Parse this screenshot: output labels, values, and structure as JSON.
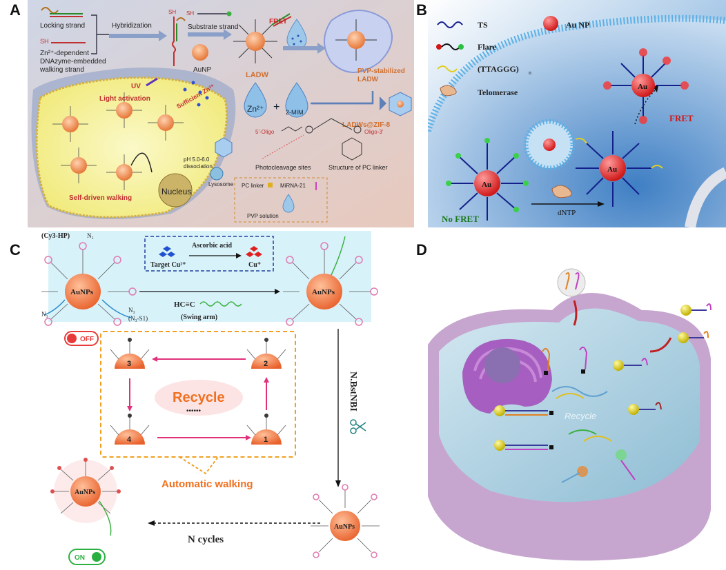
{
  "panels": {
    "a": {
      "letter": "A",
      "locking_strand": "Locking strand",
      "hybridization": "Hybridization",
      "substrate_strand": "Substrate strand",
      "walking_strand_1": "Zn²⁺-dependent",
      "walking_strand_2": "DNAzyme-embedded",
      "walking_strand_3": "walking strand",
      "sh": "SH",
      "aunp": "AuNP",
      "fret": "FRET",
      "ladw": "LADW",
      "pvp_ladw_1": "PVP-stabilized",
      "pvp_ladw_2": "LADW",
      "zn": "Zn²⁺",
      "plus": "+",
      "mim": "2-MIM",
      "ladws_zif": "LADWs@ZIF-8",
      "uv": "UV",
      "light_activation": "Light activation",
      "sufficient_zn": "Sufficient Zn²⁺",
      "ph_dissociation_1": "pH 5.0-6.0",
      "ph_dissociation_2": "dissociation",
      "lysosome": "Lysosome",
      "self_driven": "Self-driven walking",
      "nucleus": "Nucleus",
      "oligo5": "5'-Oligo",
      "oligo3": "Oligo-3'",
      "photocleavage": "Photocleavage sites",
      "pc_structure": "Structure of PC linker",
      "legend_pc": "PC linker",
      "legend_mirna": "MiRNA-21",
      "legend_pvp": "PVP solution"
    },
    "b": {
      "letter": "B",
      "ts": "TS",
      "flare": "Flare",
      "ttaggg": "(TTAGGG)",
      "ttaggg_sub": "n",
      "telomerase": "Telomerase",
      "au_np": "Au NP",
      "au": "Au",
      "dntp": "dNTP",
      "no_fret": "No FRET",
      "fret": "FRET"
    },
    "c": {
      "letter": "C",
      "cy3hp": "(Cy3-HP)",
      "n3": "N₃",
      "n3s1": "(N₃-S1)",
      "aunps": "AuNPs",
      "target_cu": "Target Cu²⁺",
      "ascorbic": "Ascorbic acid",
      "cu_plus": "Cu⁺",
      "hc_c": "HC≡C",
      "swing_arm": "(Swing arm)",
      "off": "OFF",
      "nbstnbi": "N.BstNBI",
      "recycle": "Recycle",
      "dots": "••••••",
      "step1": "1",
      "step2": "2",
      "step3": "3",
      "step4": "4",
      "automatic_walking": "Automatic walking",
      "n_cycles": "N cycles",
      "on": "ON"
    },
    "d": {
      "letter": "D",
      "recycle": "Recycle"
    }
  },
  "colors": {
    "panel_a_bg": "#c9d3e3",
    "cell_yellow": "#f6f3a8",
    "au_orange": "#f08a4b",
    "panel_b_cell": "#5e9ad3",
    "membrane_blue": "#6ab4e6",
    "panel_c_box": "#d8f2fa",
    "recycle_dash": "#f0a020",
    "magenta_arrow": "#e0307a",
    "panel_d_cell": "#c9a6cf",
    "panel_d_water": "#9fc9dd"
  }
}
